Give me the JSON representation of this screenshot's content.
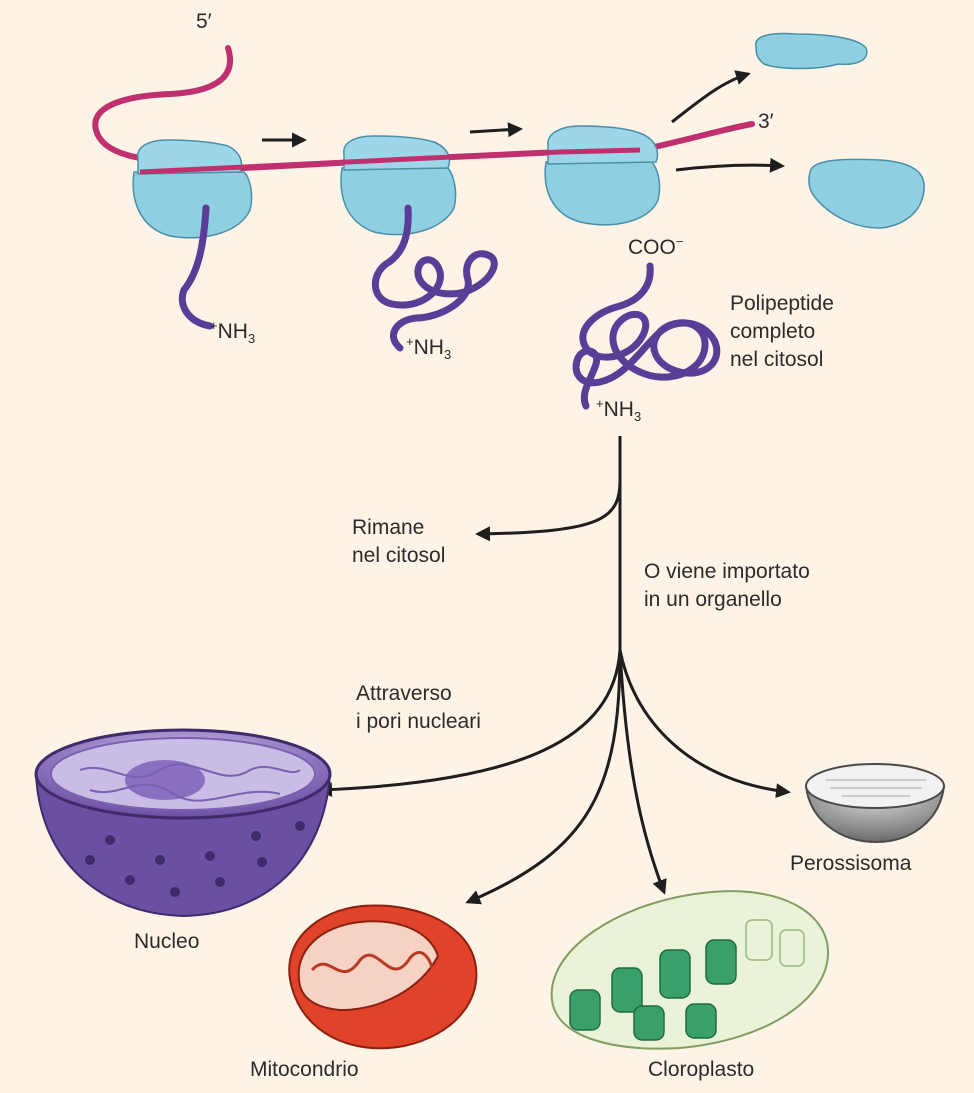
{
  "labels": {
    "five_prime": "5′",
    "three_prime": "3′",
    "coo": "COO",
    "coo_charge": "−",
    "plus": "+",
    "nh": "NH",
    "nh_sub": "3",
    "polypeptide_line1": "Polipeptide",
    "polypeptide_line2": "completo",
    "polypeptide_line3": "nel citosol",
    "remains_line1": "Rimane",
    "remains_line2": "nel citosol",
    "imported_line1": "O viene importato",
    "imported_line2": "in un organello",
    "pores_line1": "Attraverso",
    "pores_line2": "i pori nucleari",
    "nucleus": "Nucleo",
    "mitochondrion": "Mitocondrio",
    "chloroplast": "Cloroplasto",
    "peroxisome": "Perossisoma"
  },
  "colors": {
    "background": "#fdf3e6",
    "mrna": "#c0306e",
    "ribosome": "#8fcfe2",
    "polypeptide": "#5a3d96",
    "nucleus": "#6b4fa3",
    "mitochondrion": "#e0432a",
    "chloroplast": "#3aa069",
    "peroxisome": "#8a8a8a",
    "arrow": "#1e1e1e"
  }
}
